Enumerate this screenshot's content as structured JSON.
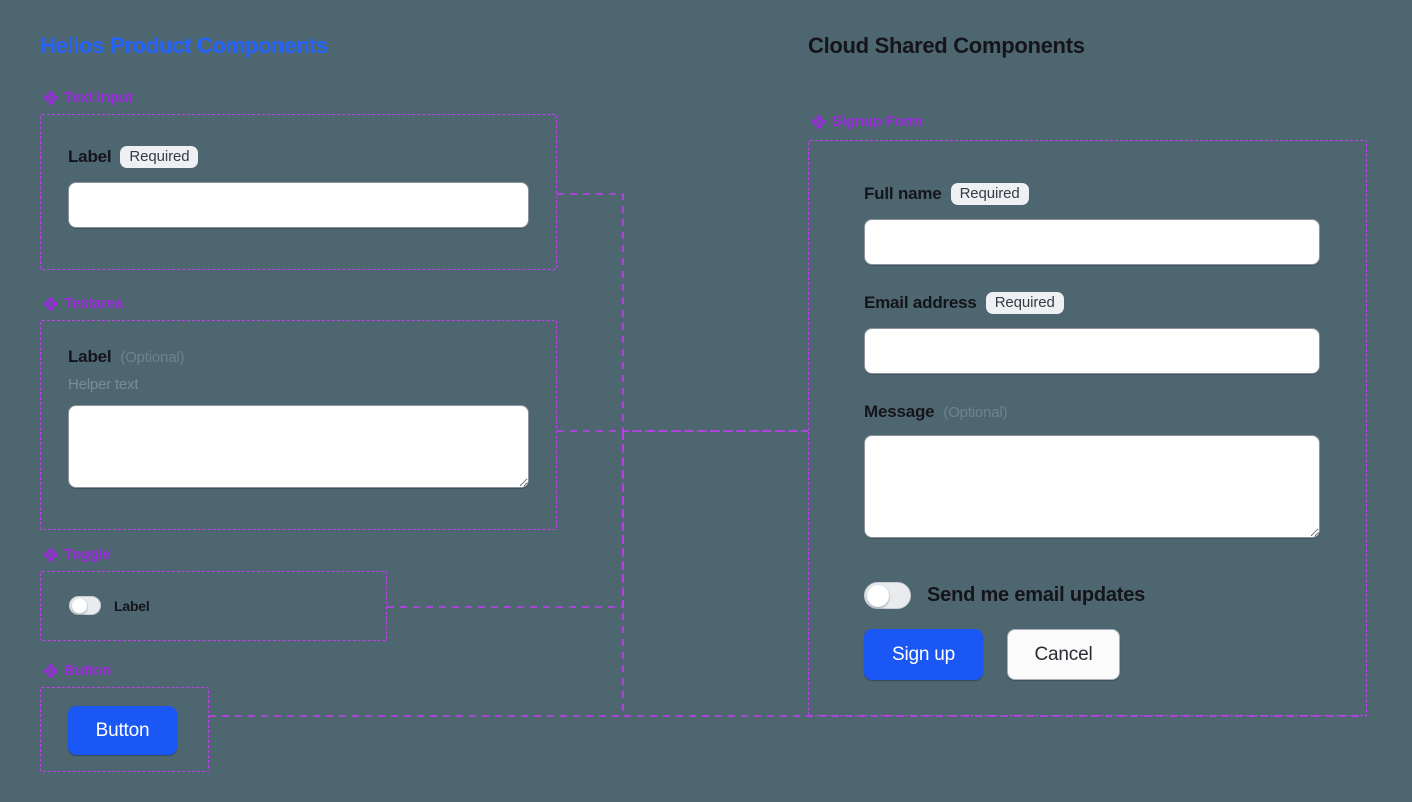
{
  "panels": {
    "left": {
      "title": "Helios Product Components",
      "title_color": "#2563ff",
      "sections": [
        {
          "name": "Text Input"
        },
        {
          "name": "Textarea"
        },
        {
          "name": "Toggle"
        },
        {
          "name": "Button"
        }
      ]
    },
    "right": {
      "title": "Cloud Shared Components",
      "title_color": "#15141b",
      "sections": [
        {
          "name": "Signup Form"
        }
      ]
    }
  },
  "text_input_component": {
    "label": "Label",
    "badge": "Required",
    "value": "",
    "placeholder": ""
  },
  "textarea_component": {
    "label": "Label",
    "optional": "(Optional)",
    "helper": "Helper text",
    "value": "",
    "placeholder": ""
  },
  "toggle_component": {
    "label": "Label",
    "state": "off"
  },
  "button_component": {
    "label": "Button"
  },
  "signup_form": {
    "fields": [
      {
        "label": "Full name",
        "badge": "Required",
        "value": "",
        "placeholder": ""
      },
      {
        "label": "Email address",
        "badge": "Required",
        "value": "",
        "placeholder": ""
      }
    ],
    "message": {
      "label": "Message",
      "optional": "(Optional)",
      "value": "",
      "placeholder": ""
    },
    "toggle": {
      "label": "Send me email updates",
      "state": "off"
    },
    "actions": {
      "primary": "Sign up",
      "secondary": "Cancel"
    }
  },
  "colors": {
    "background": "#4d6670",
    "accent_blue": "#1a57f5",
    "component_outline": "#c13ef0",
    "component_label": "#9b2bdd",
    "badge_bg": "#eef0f3"
  },
  "icons": {
    "component": "component-diamond-cluster-icon"
  }
}
